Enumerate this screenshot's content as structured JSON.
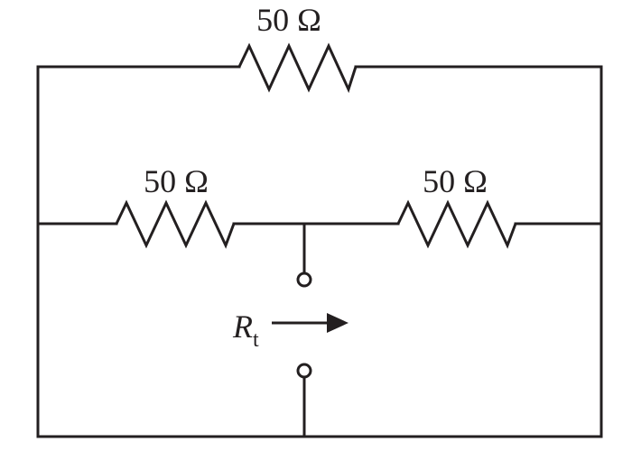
{
  "resistors": {
    "top": {
      "label": "50 Ω"
    },
    "middle_left": {
      "label": "50 Ω"
    },
    "middle_right": {
      "label": "50 Ω"
    }
  },
  "measurement": {
    "symbol": "R",
    "subscript": "t"
  }
}
